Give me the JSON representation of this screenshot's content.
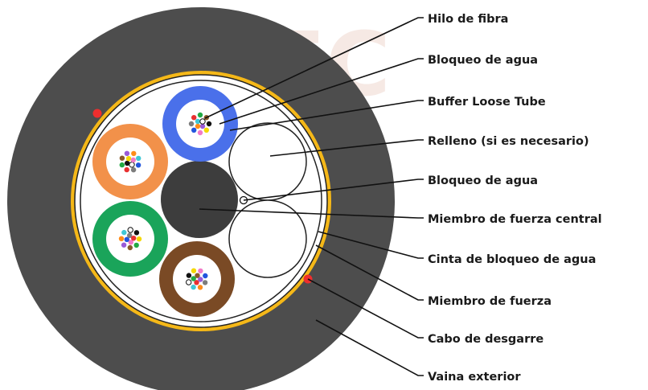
{
  "labels": {
    "fiber_thread": "Hilo de fibra",
    "water_block_1": "Bloqueo de agua",
    "buffer_loose_tube": "Buffer Loose Tube",
    "filler": "Relleno (si es necesario)",
    "water_block_2": "Bloqueo de agua",
    "central_strength_member": "Miembro de fuerza central",
    "water_blocking_tape": "Cinta de bloqueo de agua",
    "strength_member": "Miembro de fuerza",
    "ripcord": "Cabo de desgarre",
    "outer_sheath": "Vaina exterior"
  },
  "colors": {
    "outer_sheath": "#4a4a4a",
    "water_blocking_tape": "#f5b818",
    "ripcord": "#ee2e2e",
    "central_strength_member": "#3a3a3a",
    "tube_blue": "#4a70ea",
    "tube_orange": "#f2914a",
    "tube_green": "#1aa45a",
    "tube_brown": "#7a4a25",
    "watermark": "#f6e9e4"
  },
  "fiber_colors": [
    "#111111",
    "#f5d800",
    "#f27ac8",
    "#2255dd",
    "#7d7d7d",
    "#e83030",
    "#22aa44",
    "#8a5a2a",
    "#9a5bd8",
    "#ff8c1a",
    "#3fc7d6",
    "#ffffff"
  ],
  "watermark_text": "TFC"
}
